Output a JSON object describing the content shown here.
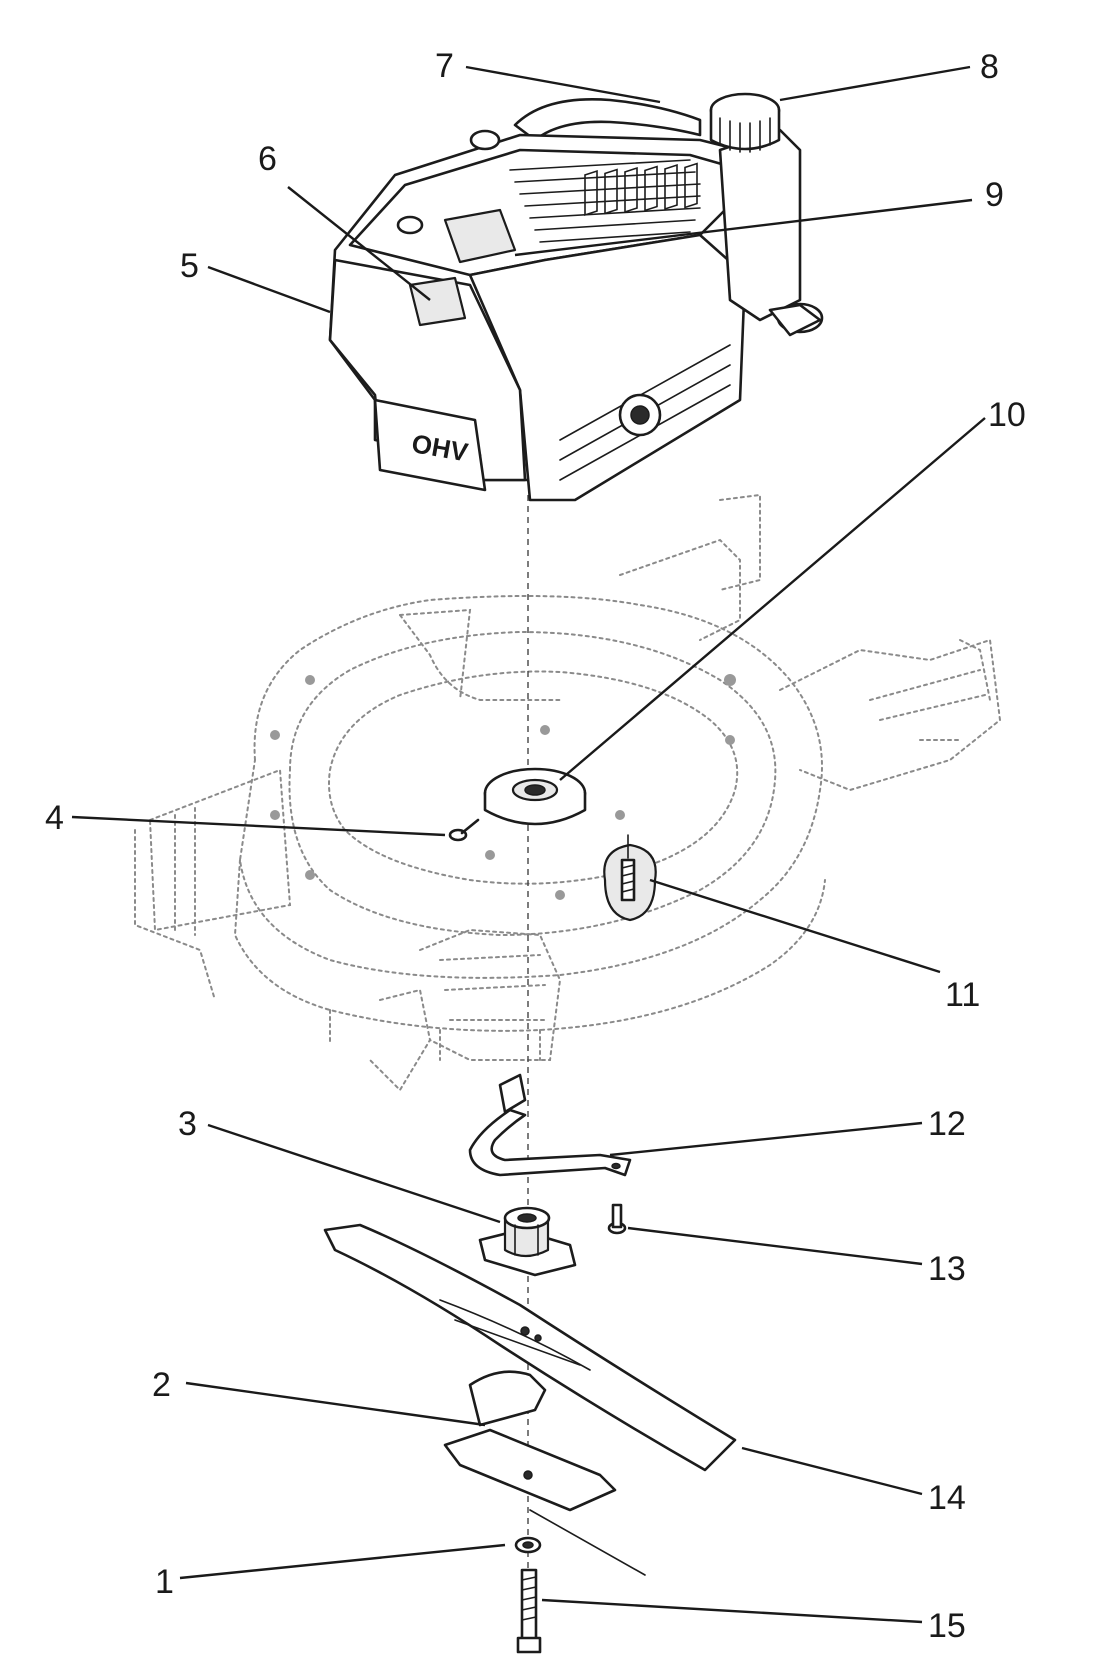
{
  "callouts": [
    {
      "id": "1",
      "text": "1"
    },
    {
      "id": "2",
      "text": "2"
    },
    {
      "id": "3",
      "text": "3"
    },
    {
      "id": "4",
      "text": "4"
    },
    {
      "id": "5",
      "text": "5"
    },
    {
      "id": "6",
      "text": "6"
    },
    {
      "id": "7",
      "text": "7"
    },
    {
      "id": "8",
      "text": "8"
    },
    {
      "id": "9",
      "text": "9"
    },
    {
      "id": "10",
      "text": "10"
    },
    {
      "id": "11",
      "text": "11"
    },
    {
      "id": "12",
      "text": "12"
    },
    {
      "id": "13",
      "text": "13"
    },
    {
      "id": "14",
      "text": "14"
    },
    {
      "id": "15",
      "text": "15"
    }
  ],
  "engine": {
    "badge": "OHV"
  },
  "colors": {
    "ink": "#1c1c1c",
    "deck": "#8a8a8a",
    "background": "#ffffff"
  }
}
